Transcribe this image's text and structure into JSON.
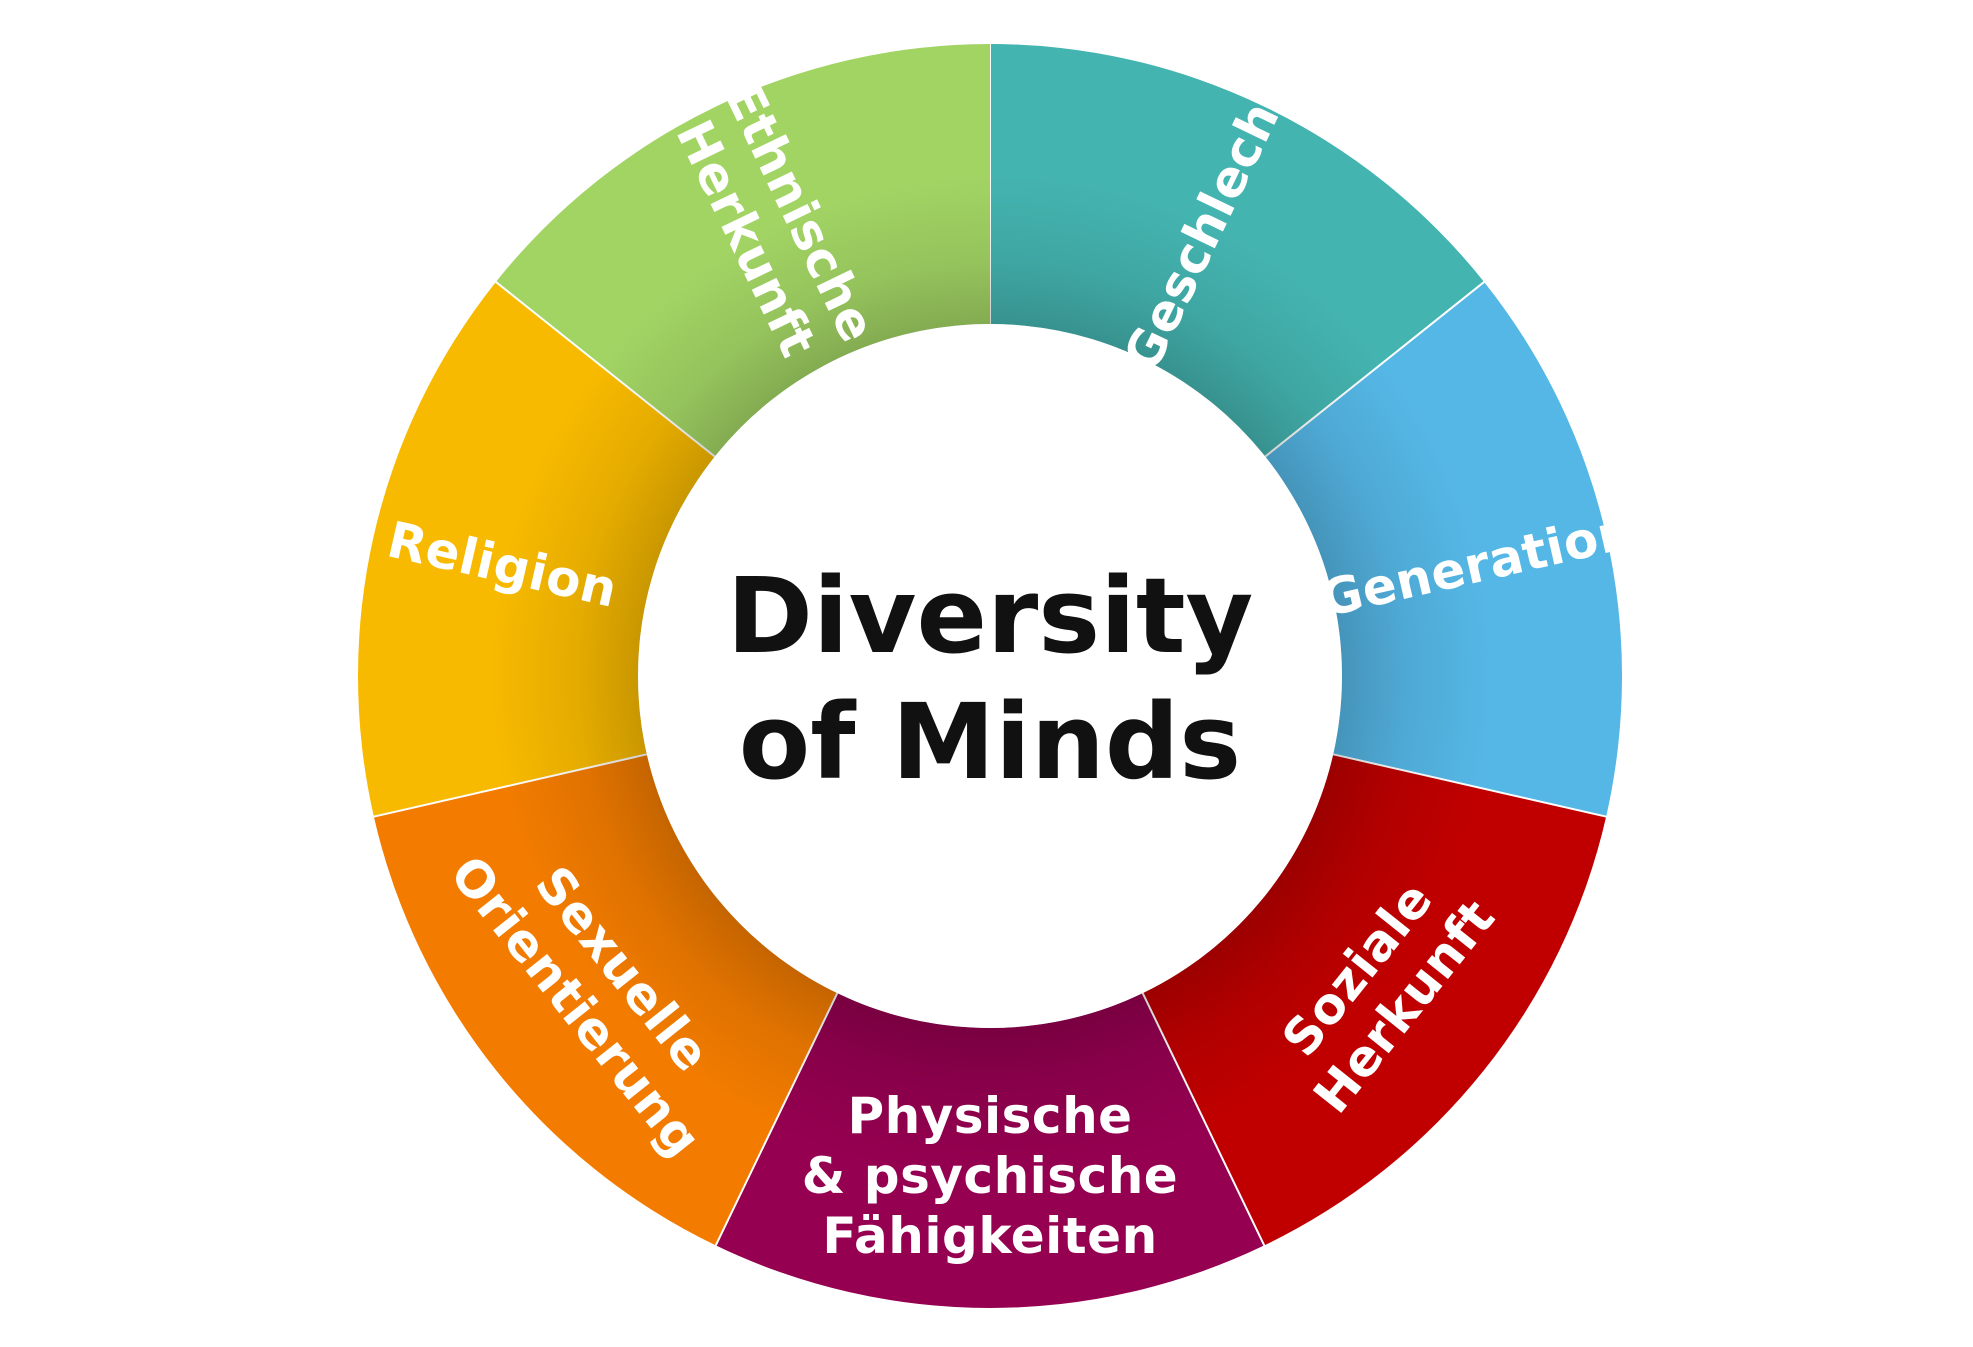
{
  "center": {
    "line1": "Diversity",
    "line2": "of Minds"
  },
  "segments": [
    {
      "id": "geschlecht",
      "lines": [
        "Geschlecht"
      ],
      "color": "#44B4B0"
    },
    {
      "id": "generation",
      "lines": [
        "Generation"
      ],
      "color": "#55B7E6"
    },
    {
      "id": "soziale-herkunft",
      "lines": [
        "Soziale",
        "Herkunft"
      ],
      "color": "#C00000"
    },
    {
      "id": "faehigkeiten",
      "lines": [
        "Physische",
        "& psychische",
        "Fähigkeiten"
      ],
      "color": "#950050"
    },
    {
      "id": "sexuelle-orientierung",
      "lines": [
        "Sexuelle",
        "Orientierung"
      ],
      "color": "#F37C00"
    },
    {
      "id": "religion",
      "lines": [
        "Religion"
      ],
      "color": "#F8BA00"
    },
    {
      "id": "ethnische-herkunft",
      "lines": [
        "Ethnische",
        "Herkunft"
      ],
      "color": "#A2D464"
    }
  ]
}
